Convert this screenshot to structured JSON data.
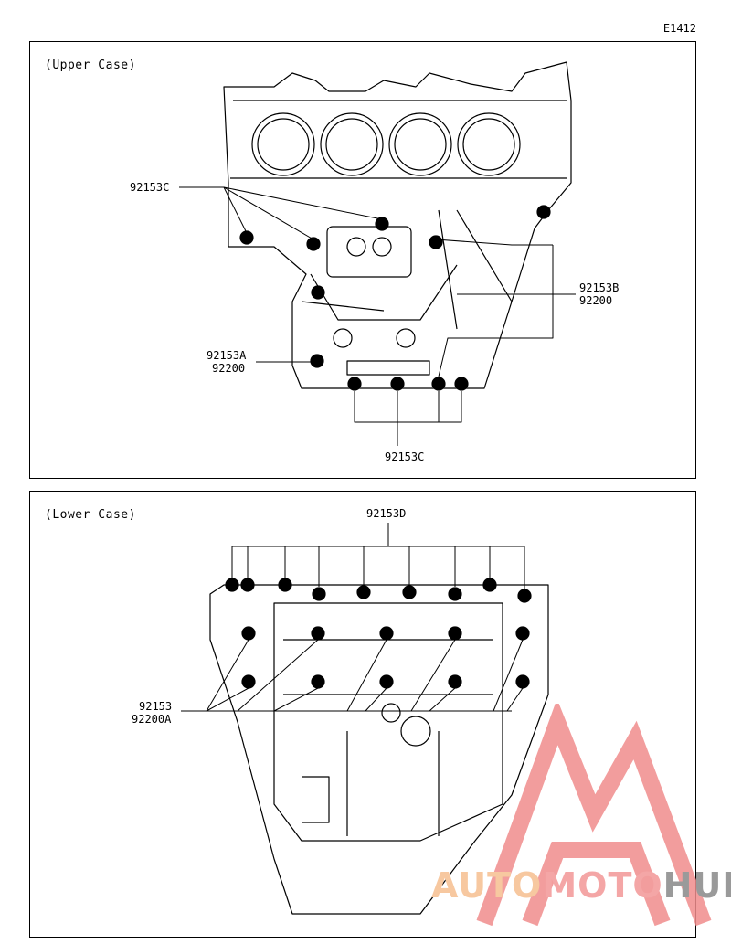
{
  "figure_code": "E1412",
  "upper": {
    "title": "(Upper Case)",
    "labels": {
      "c_top": "92153C",
      "b": "92153B",
      "b_washer": "92200",
      "a": "92153A",
      "a_washer": "92200",
      "c_bottom": "92153C"
    }
  },
  "lower": {
    "title": "(Lower Case)",
    "labels": {
      "d": "92153D",
      "plain": "92153",
      "plain_washer": "92200A"
    }
  },
  "watermark": {
    "part1": "AUTO",
    "part2": "MOTO",
    "part3": "HUB",
    "colors": {
      "auto": "#f7c8a0",
      "moto": "#f4a6a6",
      "hub": "#9a9a9a",
      "logo": "#f08c8c"
    }
  }
}
